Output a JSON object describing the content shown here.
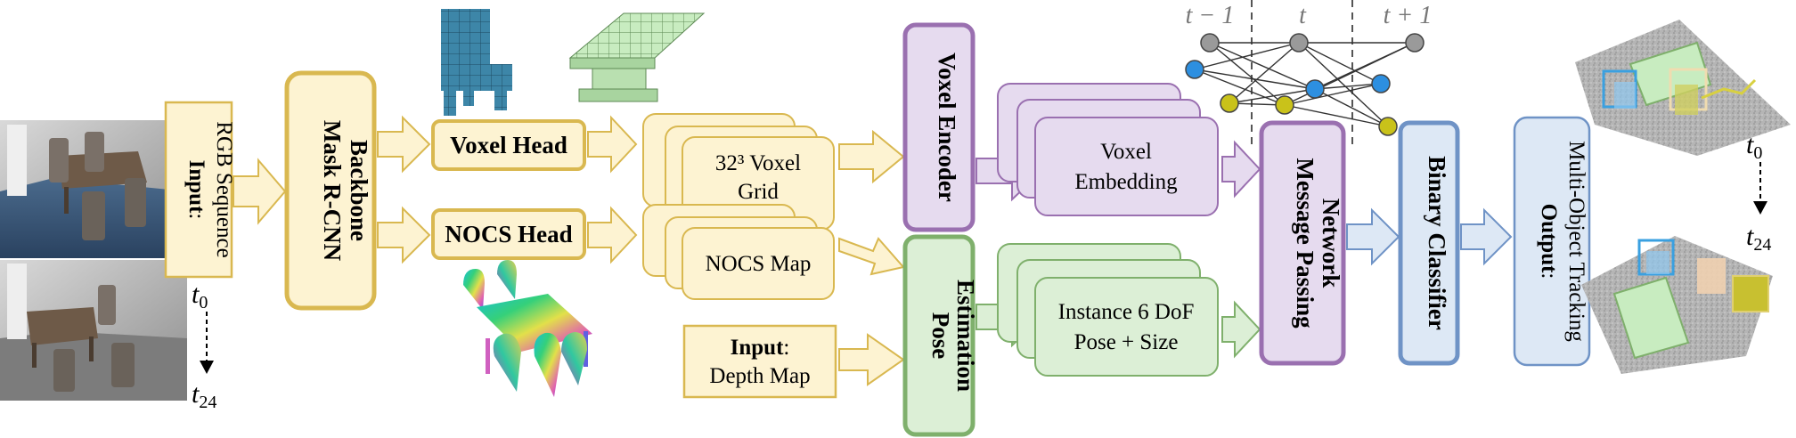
{
  "input_rgb": {
    "label_bold": "Input",
    "label_rest": ":",
    "sublabel": "RGB Sequence"
  },
  "time_labels": {
    "t0": "t",
    "t0_sub": "0",
    "t24": "t",
    "t24_sub": "24"
  },
  "backbone": {
    "line1": "Mask R-CNN",
    "line2": "Backbone"
  },
  "voxel_head": "Voxel Head",
  "nocs_head": "NOCS Head",
  "voxel_grid": {
    "line1": "32³ Voxel",
    "line2": "Grid"
  },
  "nocs_map": "NOCS Map",
  "input_depth": {
    "label_bold": "Input",
    "label_rest": ":",
    "sublabel": "Depth Map"
  },
  "voxel_encoder": "Voxel Encoder",
  "pose_estimation": {
    "line1": "Pose",
    "line2": "Estimation"
  },
  "voxel_embedding": {
    "line1": "Voxel",
    "line2": "Embedding"
  },
  "instance_pose": {
    "line1": "Instance 6 DoF",
    "line2": "Pose + Size"
  },
  "mpn": {
    "line1": "Message Passing",
    "line2": "Network"
  },
  "graph_labels": {
    "t_minus": "t − 1",
    "t": "t",
    "t_plus": "t + 1"
  },
  "binary_classifier": "Binary Classifier",
  "output": {
    "label_bold": "Output",
    "label_rest": ":",
    "sublabel": "Multi-Object Tracking"
  },
  "colors": {
    "yellow_fill": "#fdf3d2",
    "yellow_stroke": "#d9b850",
    "purple_fill": "#e6dbef",
    "purple_stroke": "#9a70b0",
    "green_fill": "#dcefd6",
    "green_stroke": "#7fb06c",
    "blue_fill": "#dde8f5",
    "blue_stroke": "#6f93c6",
    "node_gray": "#9a9a9a",
    "node_blue": "#2d8fe0",
    "node_yellow": "#c9c21a"
  }
}
